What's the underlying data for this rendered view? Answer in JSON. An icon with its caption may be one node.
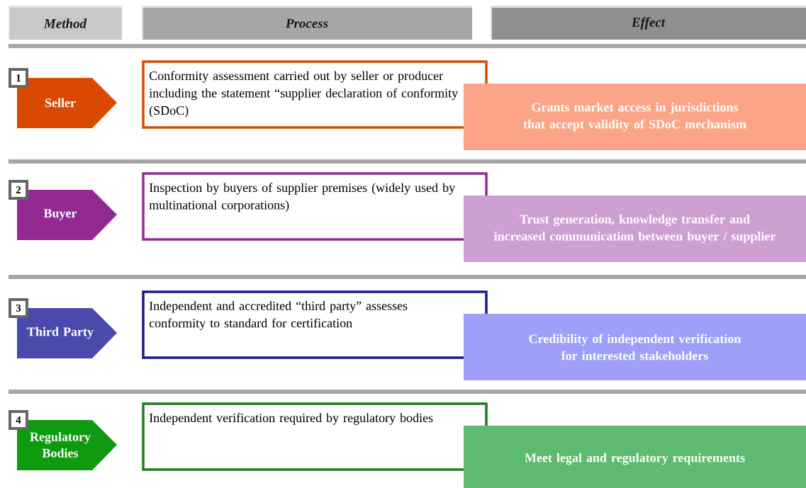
{
  "diagram": {
    "nodes": [
      {
        "text": [
          "Method"
        ]
      },
      {
        "text": [
          "Process"
        ]
      },
      {
        "text": [
          "Effect"
        ]
      },
      {
        "text": [
          "1"
        ]
      },
      {
        "text": [
          "Seller"
        ]
      },
      {
        "text": [
          "Conformity assessment carried out by seller or producer including the statement “supplier declaration of conformity (SDoC)"
        ]
      },
      {
        "text": [
          "Grants market access in jurisdictions that accept validity of SDoC mechanism"
        ]
      },
      {
        "text": [
          "2"
        ]
      },
      {
        "text": [
          "Buyer"
        ]
      },
      {
        "text": [
          "Inspection by buyers of supplier premises (widely used by multinational corporations)"
        ]
      },
      {
        "text": [
          "Trust generation, knowledge transfer and increased communication between buyer / supplier"
        ]
      },
      {
        "text": [
          "3"
        ]
      },
      {
        "text": [
          "Third Party"
        ]
      },
      {
        "text": [
          "Independent and accredited “third party” assesses conformity to standard for certification"
        ]
      },
      {
        "text": [
          "Credibility of independent verification for interested stakeholders"
        ]
      },
      {
        "text": [
          "4"
        ]
      },
      {
        "text": [
          "Regulatory Bodies"
        ]
      },
      {
        "text": [
          "Independent verification required by regulatory bodies"
        ]
      },
      {
        "text": [
          "Meet legal and regulatory requirements"
        ]
      }
    ]
  }
}
